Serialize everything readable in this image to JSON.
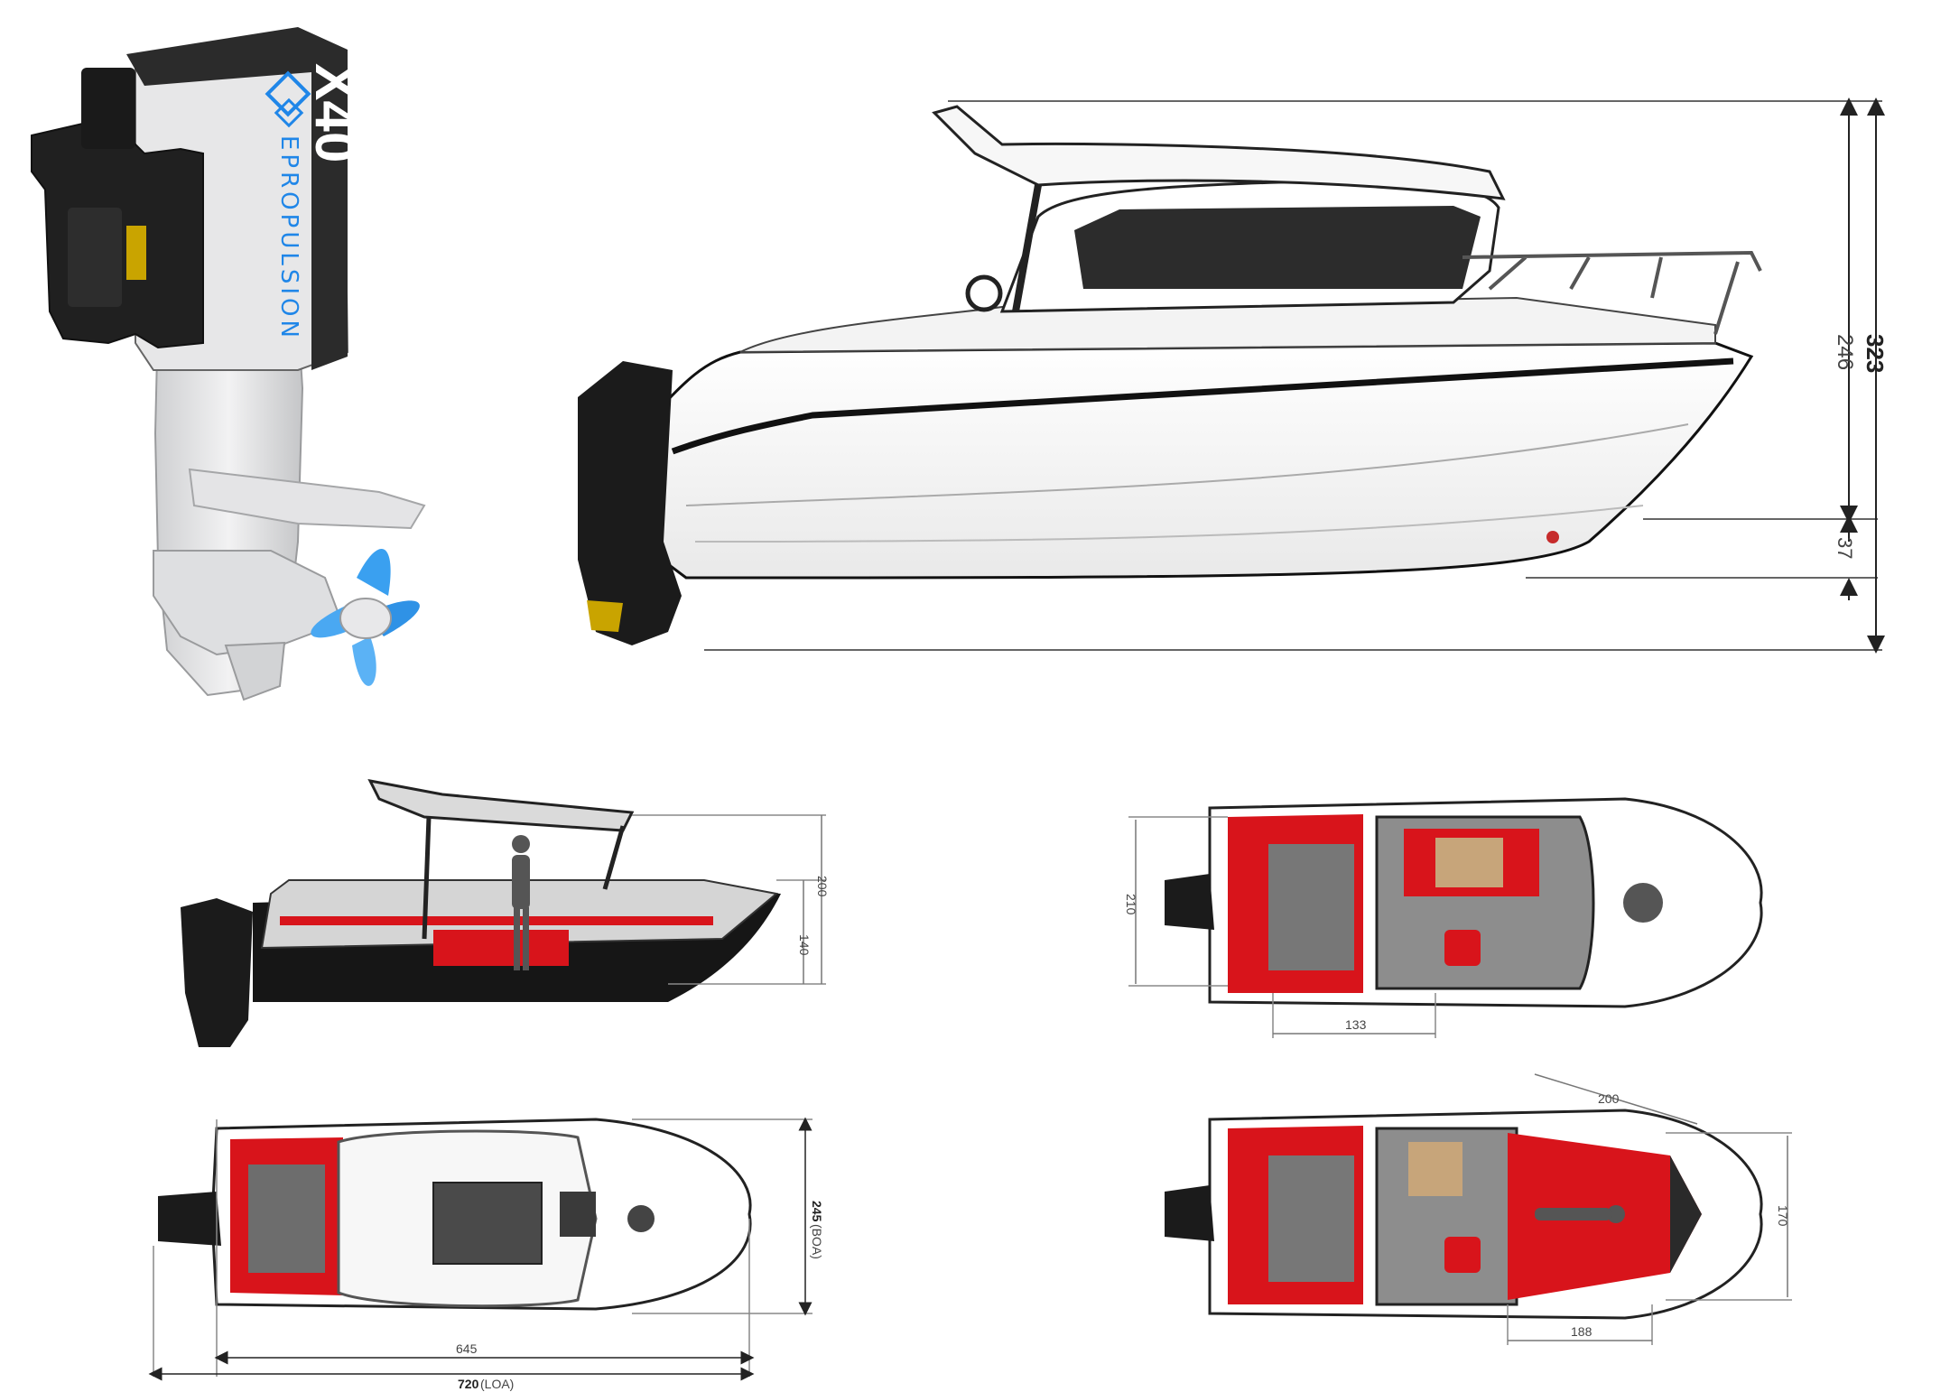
{
  "motor": {
    "brand": "EPROPULSION",
    "model": "X40",
    "colors": {
      "body": "#e9e9ea",
      "cap": "#2b2b2b",
      "accent": "#1f86e8",
      "propeller": "#3aa0f0"
    }
  },
  "main_side_view": {
    "dims": {
      "overall_height": "323",
      "cabin_height": "246",
      "draft": "37"
    }
  },
  "small_side_view": {
    "dims": {
      "height_a": "200",
      "height_b": "140"
    }
  },
  "top_view": {
    "dims": {
      "beam": "245",
      "beam_note": "(BOA)",
      "hull_length": "645",
      "loa": "720",
      "loa_note": "(LOA)"
    }
  },
  "cockpit_plan": {
    "dims": {
      "width": "210",
      "console": "133"
    }
  },
  "cabin_plan": {
    "dims": {
      "berth_length": "200",
      "berth_width": "170",
      "cabin_length": "188"
    }
  },
  "colors": {
    "upholstery": "#d8141b",
    "deck": "#b9b9b9",
    "hull_line": "#151515",
    "dim_line": "#555555"
  }
}
